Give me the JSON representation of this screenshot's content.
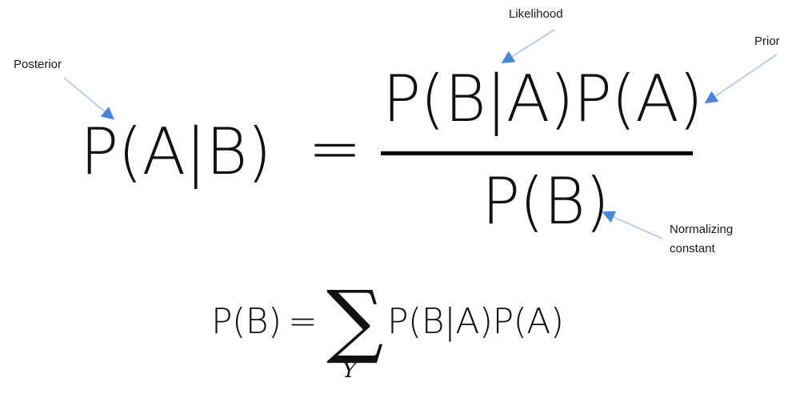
{
  "labels": {
    "posterior": "Posterior",
    "likelihood": "Likelihood",
    "prior": "Prior",
    "normalizing_line1": "Normalizing",
    "normalizing_line2": "constant"
  },
  "bayes": {
    "lhs": "P(A|B)",
    "equals": "=",
    "numerator": "P(B|A)P(A)",
    "denominator": "P(B)"
  },
  "marginal": {
    "lhs": "P(B)",
    "equals": "=",
    "sum_symbol": "∑",
    "sum_index": "Y",
    "term": "P(B|A)P(A)"
  },
  "colors": {
    "arrow": "#4a86d8",
    "arrow_shaft": "#b9cfe6",
    "text": "#111111"
  }
}
